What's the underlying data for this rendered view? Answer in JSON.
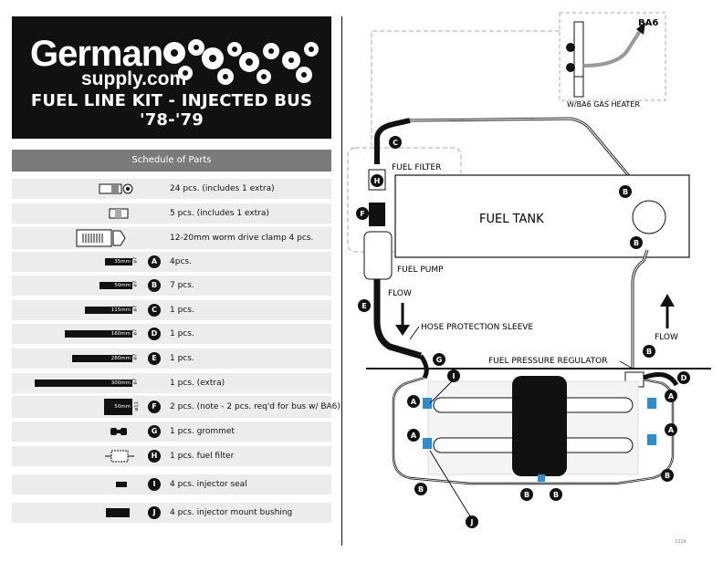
{
  "brand": {
    "logo_main": "German",
    "logo_sub": "supply.com"
  },
  "kit_title": "FUEL LINE KIT - INJECTED BUS '78-'79",
  "schedule": {
    "heading": "Schedule of Parts",
    "rows": [
      {
        "desc": "24 pcs. (includes 1 extra)"
      },
      {
        "desc": "5 pcs. (includes 1 extra)"
      },
      {
        "desc": "12-20mm worm drive clamp 4 pcs."
      },
      {
        "letter": "A",
        "bar": "35mm",
        "desc": "4pcs."
      },
      {
        "letter": "B",
        "bar": "50mm",
        "desc": "7 pcs."
      },
      {
        "letter": "C",
        "bar": "115mm",
        "desc": "1 pcs."
      },
      {
        "letter": "D",
        "bar": "160mm",
        "desc": "1 pcs."
      },
      {
        "letter": "E",
        "bar": "280mm",
        "desc": "1 pcs."
      },
      {
        "bar": "300mm",
        "desc": "1 pcs. (extra)"
      },
      {
        "letter": "F",
        "bar": "50mm",
        "desc": "2 pcs. (note - 2 pcs. req'd for bus w/ BA6)"
      },
      {
        "letter": "G",
        "desc": "1 pcs. grommet"
      },
      {
        "letter": "H",
        "desc": "1 pcs. fuel filter"
      },
      {
        "letter": "I",
        "desc": "4 pcs. injector seal"
      },
      {
        "letter": "J",
        "desc": "4 pcs. injector mount bushing"
      }
    ],
    "dia_label_7": "ø7",
    "dia_label_11": "ø11"
  },
  "diagram": {
    "ba6": "BA6",
    "heater": "W/BA6 GAS HEATER",
    "fuel_filter": "FUEL FILTER",
    "fuel_tank": "FUEL TANK",
    "fuel_pump": "FUEL PUMP",
    "flow_left": "FLOW",
    "flow_right": "FLOW",
    "hose_sleeve": "HOSE PROTECTION SLEEVE",
    "regulator": "FUEL PRESSURE REGULATOR",
    "letters": [
      "A",
      "B",
      "C",
      "D",
      "E",
      "F",
      "G",
      "H",
      "I",
      "J"
    ],
    "footnote": "1214"
  },
  "colors": {
    "accent_blue": "#2a8fd0",
    "header_bg": "#111111",
    "schedule_head": "#7b7b7b",
    "row_bg": "#ececec"
  }
}
